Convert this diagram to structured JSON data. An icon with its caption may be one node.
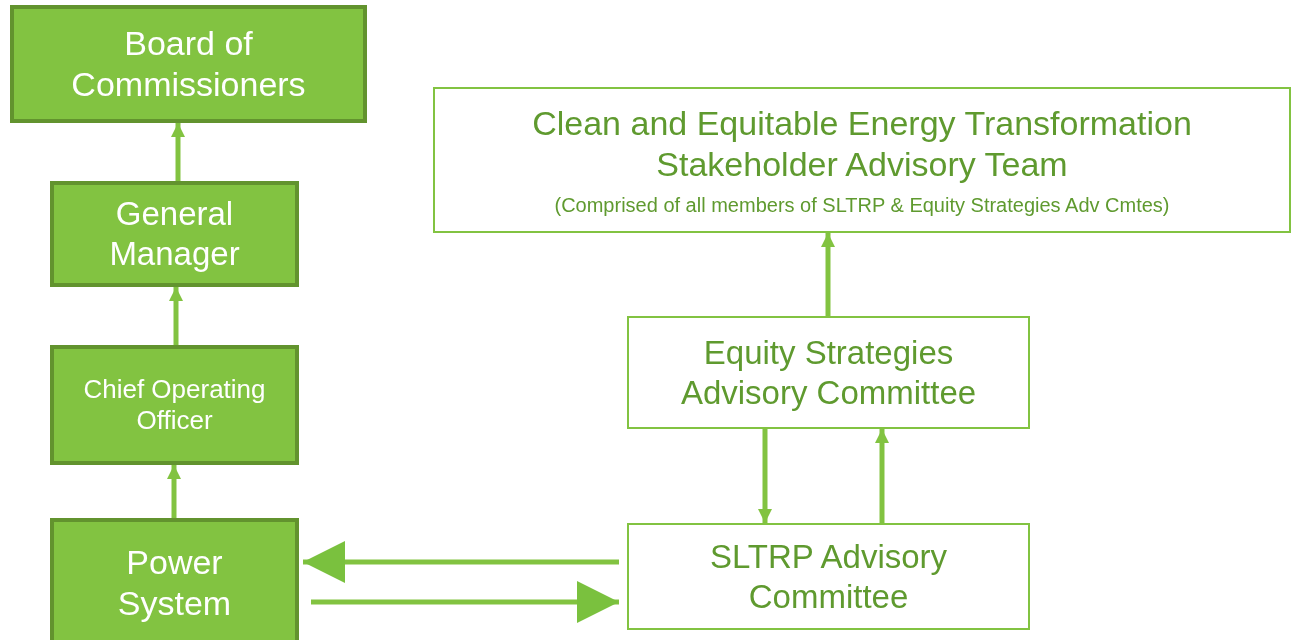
{
  "diagram": {
    "nodes": [
      {
        "text": [
          "Board of Commissioners"
        ]
      },
      {
        "text": [
          "General Manager"
        ]
      },
      {
        "text": [
          "Chief Operating Officer"
        ]
      },
      {
        "text": [
          "Power System"
        ]
      },
      {
        "text": [
          "Clean and Equitable Energy Transformation Stakeholder Advisory Team",
          "(Comprised of all members of SLTRP & Equity Strategies Adv Cmtes)"
        ]
      },
      {
        "text": [
          "Equity Strategies Advisory Committee"
        ]
      },
      {
        "text": [
          "SLTRP Advisory Committee"
        ]
      }
    ],
    "edges": [
      {
        "from": 1,
        "to": 0,
        "arrow": "to"
      },
      {
        "from": 2,
        "to": 1,
        "arrow": "to"
      },
      {
        "from": 3,
        "to": 2,
        "arrow": "to"
      },
      {
        "from": 5,
        "to": 4,
        "arrow": "to"
      },
      {
        "from": 5,
        "to": 6,
        "arrow": "to"
      },
      {
        "from": 6,
        "to": 5,
        "arrow": "to"
      },
      {
        "from": 6,
        "to": 3,
        "arrow": "to"
      },
      {
        "from": 3,
        "to": 6,
        "arrow": "to"
      }
    ]
  }
}
